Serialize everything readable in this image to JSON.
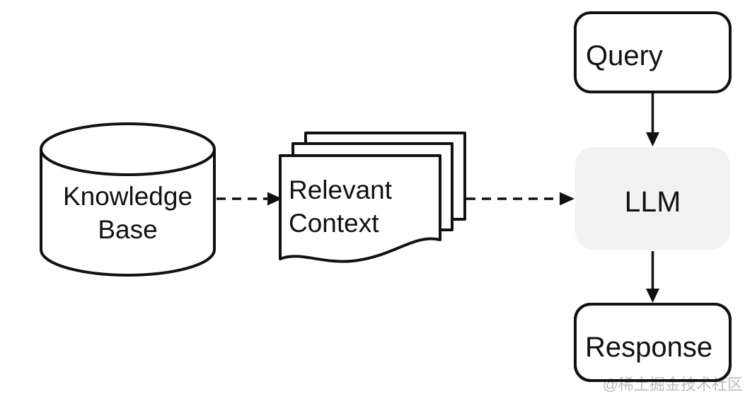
{
  "diagram": {
    "background": "#ffffff",
    "stroke_color": "#111111",
    "description": "RAG pipeline flow diagram"
  },
  "nodes": {
    "knowledge_base": {
      "type": "database-cylinder",
      "line1": "Knowledge",
      "line2": "Base"
    },
    "relevant_context": {
      "type": "document-stack",
      "pages": 3,
      "line1": "Relevant",
      "line2": "Context"
    },
    "query": {
      "type": "rounded-rect",
      "label": "Query"
    },
    "llm": {
      "type": "rounded-rect",
      "label": "LLM",
      "fill": "#f2f2f2"
    },
    "response": {
      "type": "rounded-rect",
      "label": "Response"
    }
  },
  "edges": [
    {
      "from": "knowledge_base",
      "to": "relevant_context",
      "style": "dashed",
      "direction": "right"
    },
    {
      "from": "relevant_context",
      "to": "llm",
      "style": "dashed",
      "direction": "right"
    },
    {
      "from": "query",
      "to": "llm",
      "style": "solid",
      "direction": "down"
    },
    {
      "from": "llm",
      "to": "response",
      "style": "solid",
      "direction": "down"
    }
  ],
  "watermark": {
    "text": "@稀土掘金技术社区",
    "color": "#bcbcbc"
  }
}
